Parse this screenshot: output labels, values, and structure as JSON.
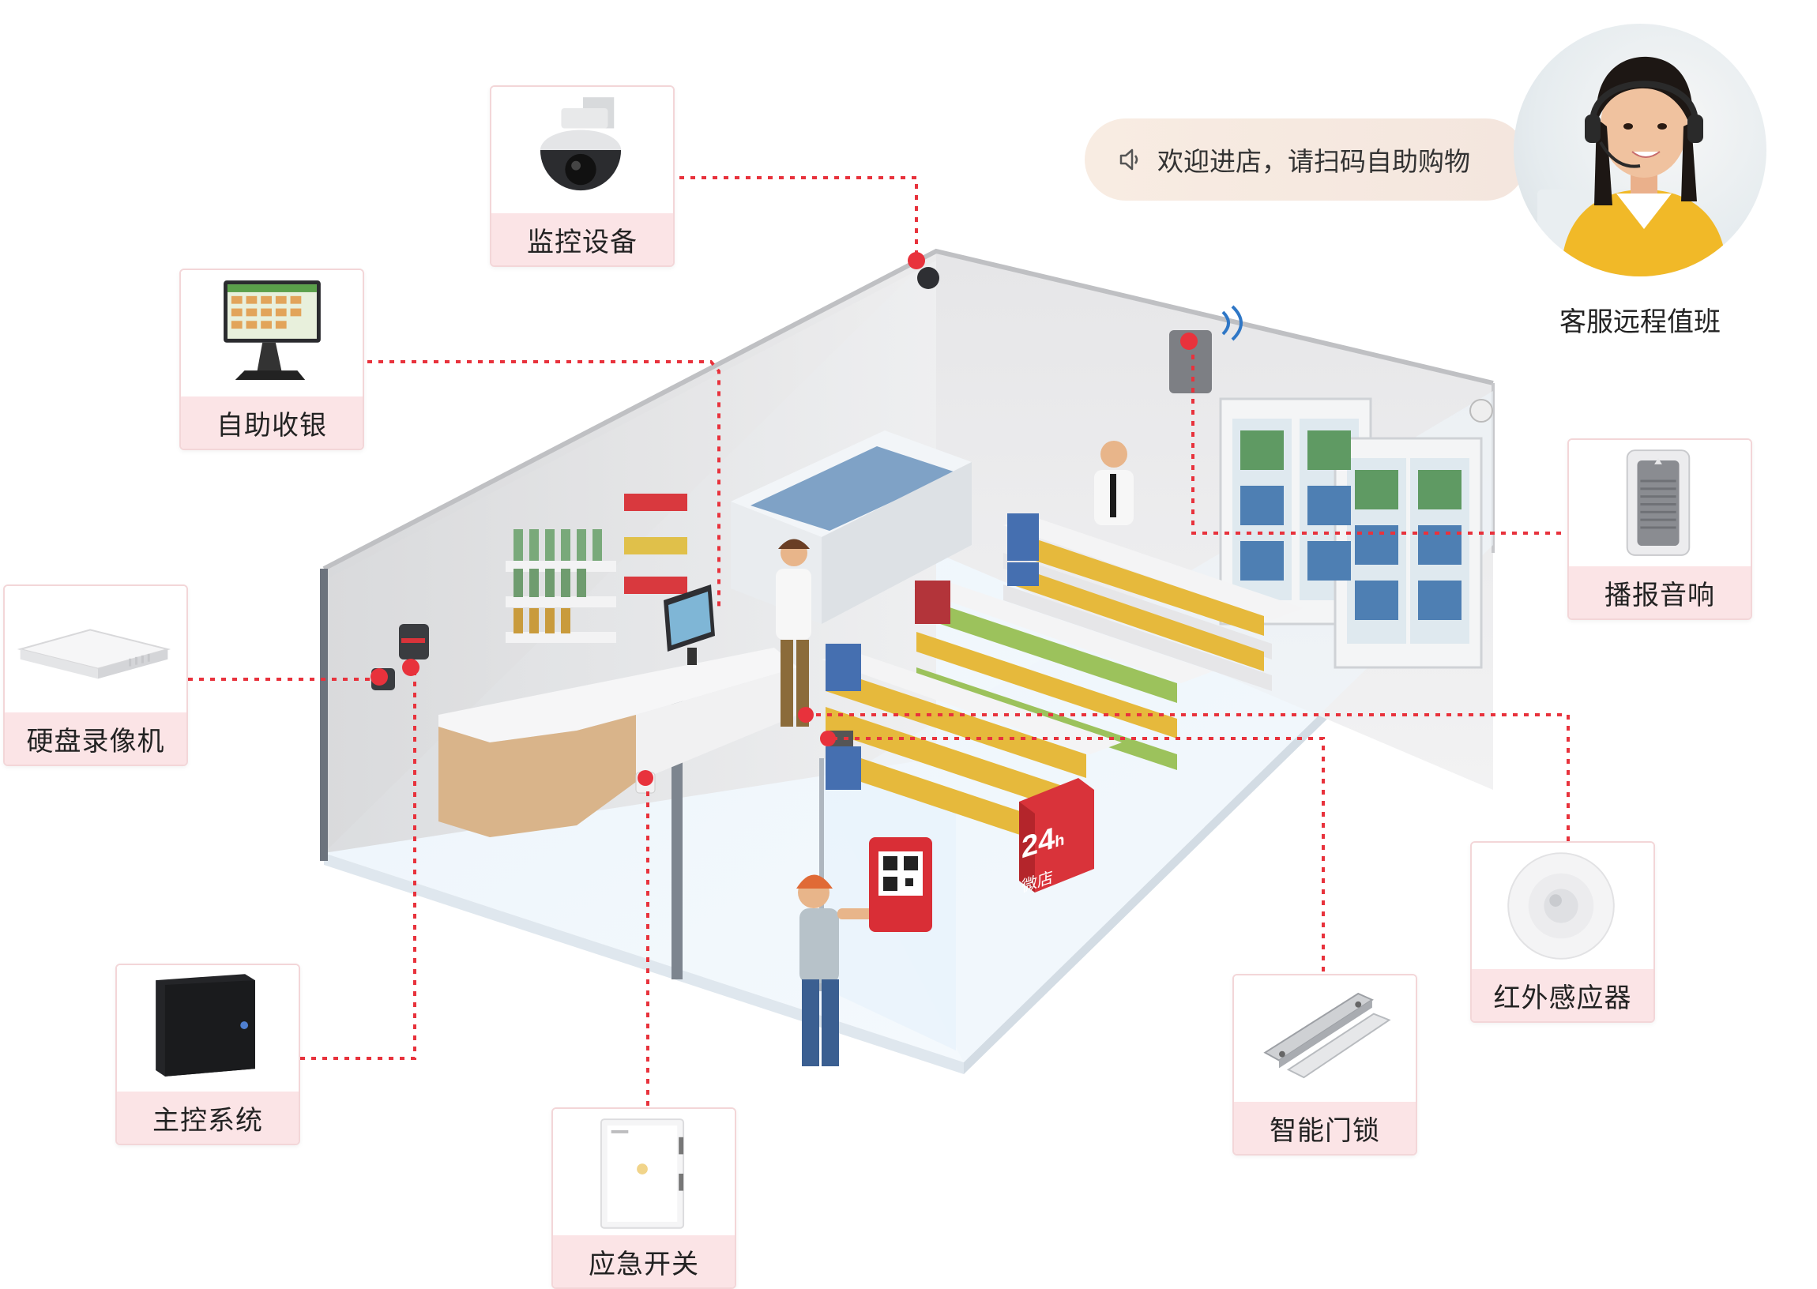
{
  "devices": {
    "camera": "监控设备",
    "pos": "自助收银",
    "nvr": "硬盘录像机",
    "controller": "主控系统",
    "emergency": "应急开关",
    "door_lock": "智能门锁",
    "infrared": "红外感应器",
    "speaker": "播报音响"
  },
  "greeting": "欢迎进店，请扫码自助购物",
  "remote_service": "客服远程值班",
  "store_sign": {
    "top": "24",
    "small": "h",
    "bottom": "微店"
  },
  "colors": {
    "accent": "#e8323c",
    "label_bg": "#fbe4e6",
    "card_border": "#f3d6d8"
  }
}
